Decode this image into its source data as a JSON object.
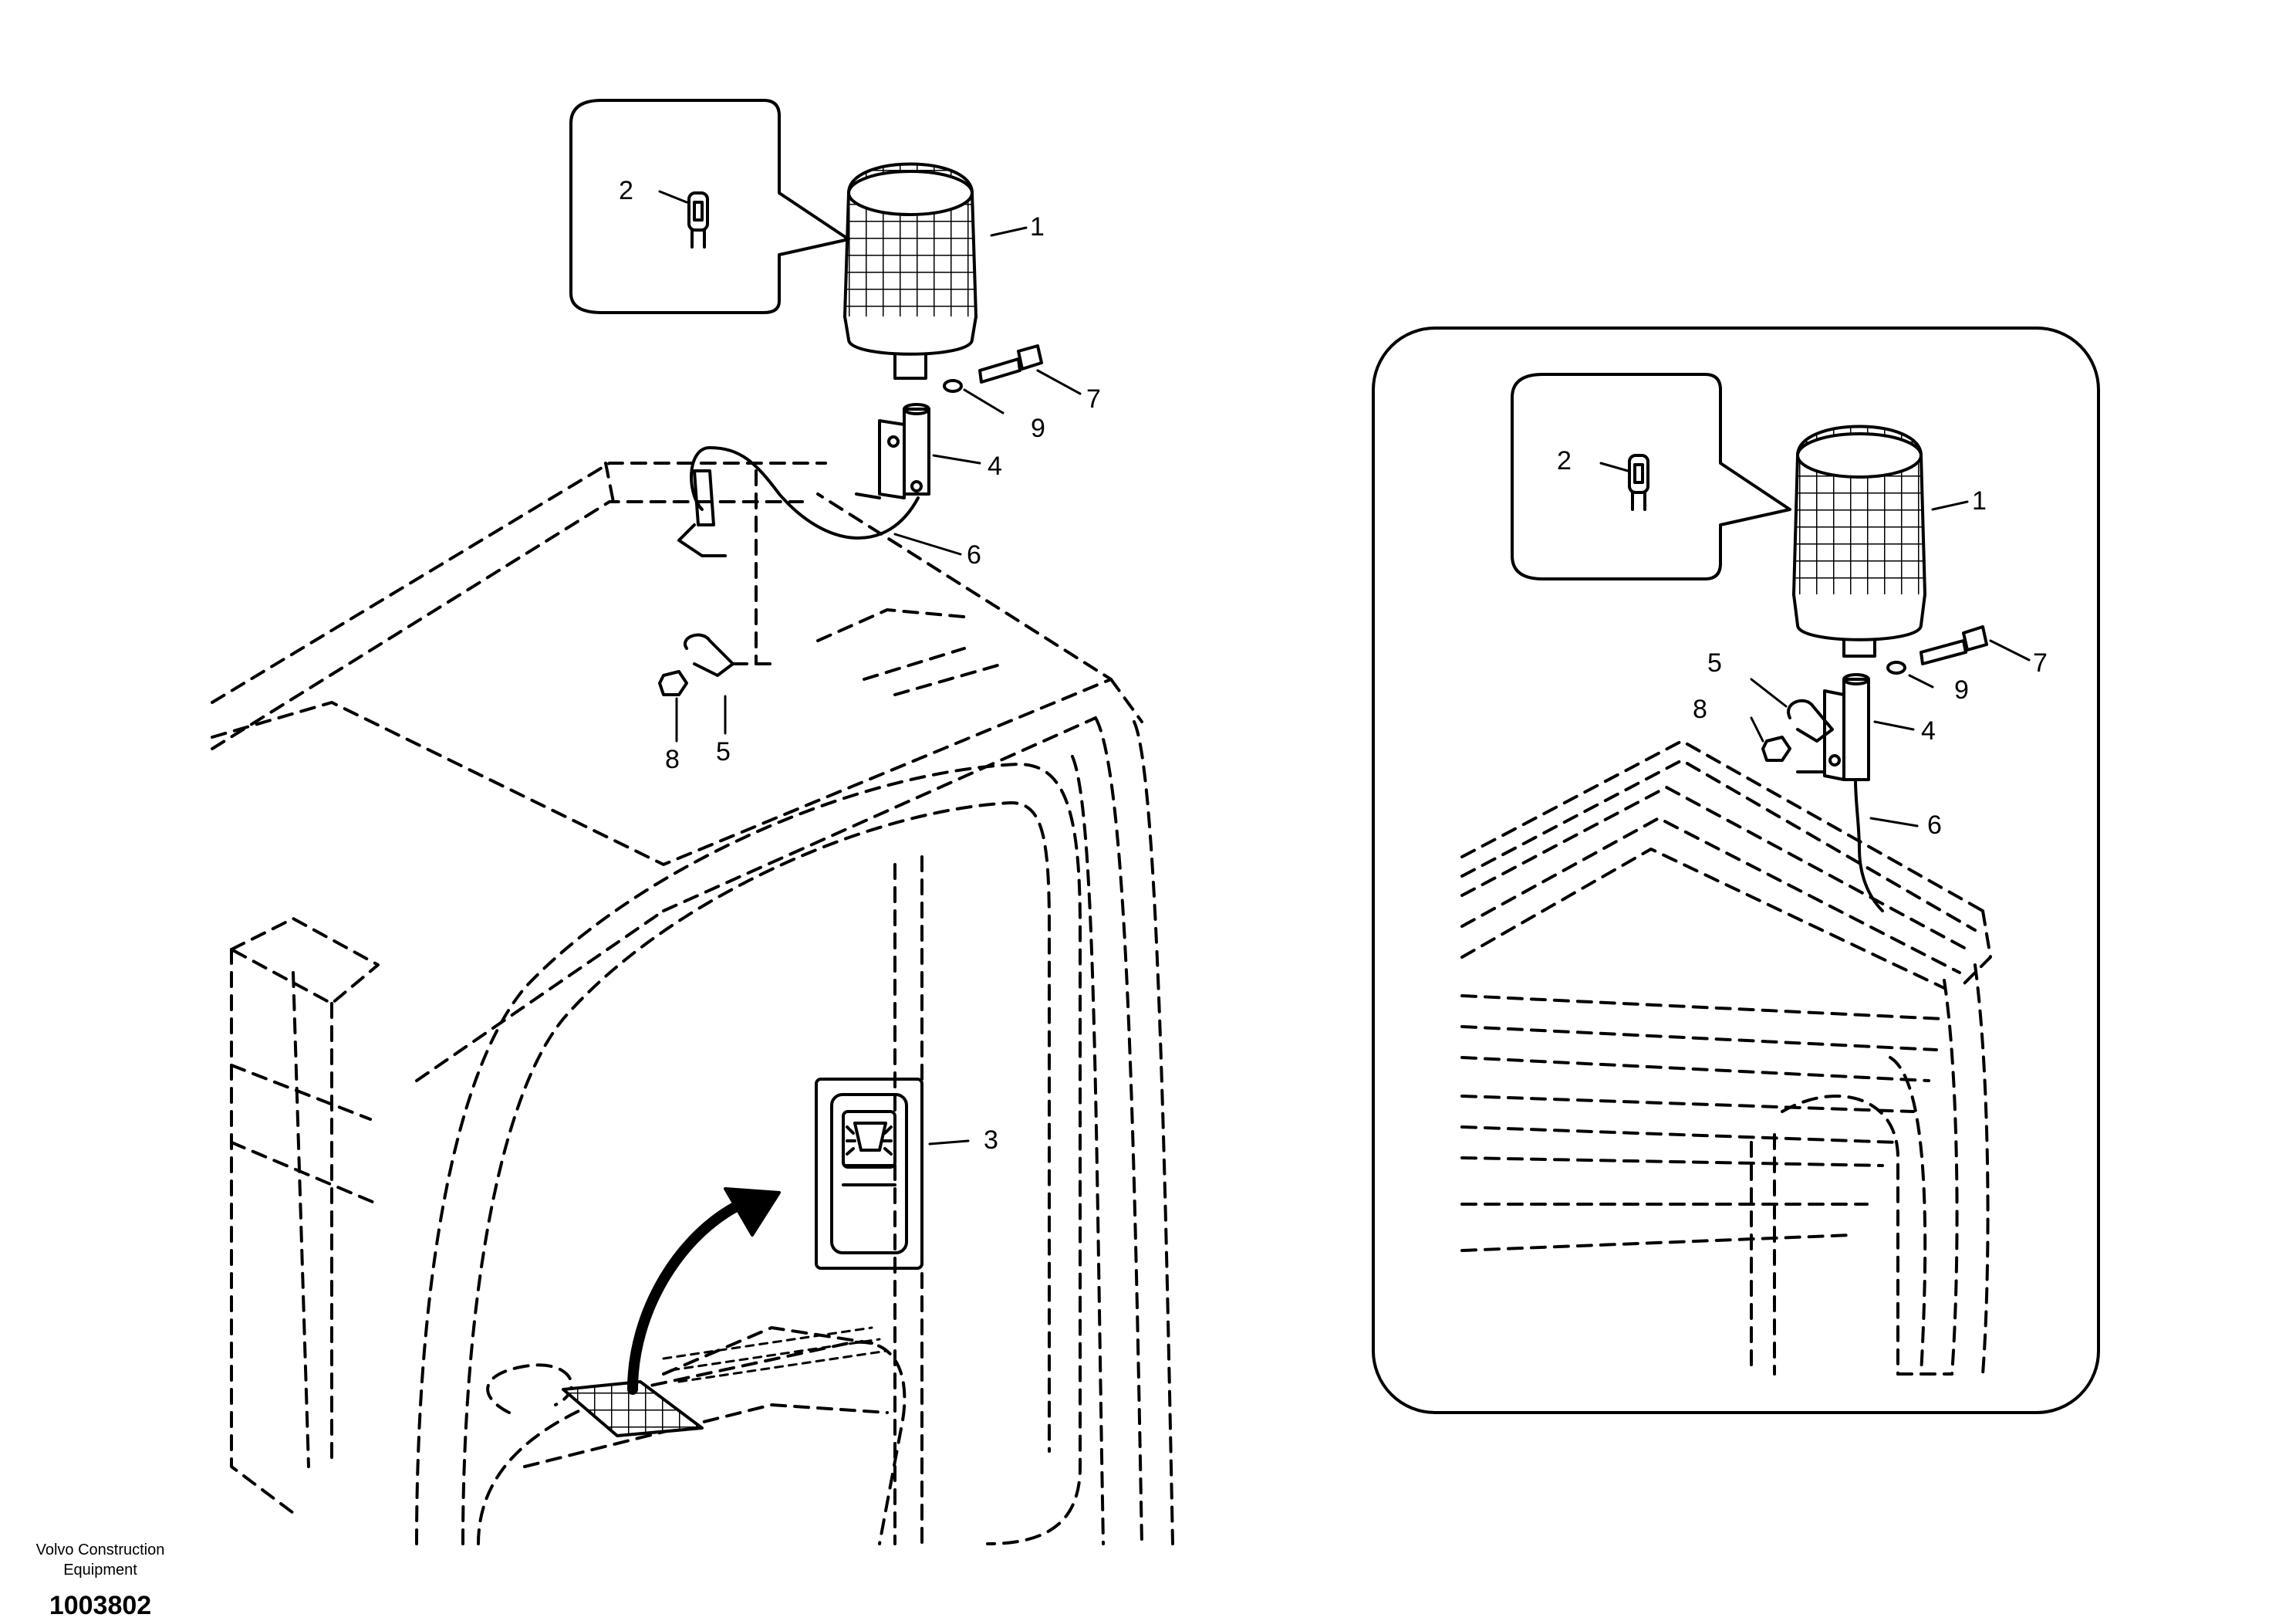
{
  "callouts": {
    "main": {
      "c1": "1",
      "c2": "2",
      "c3": "3",
      "c4": "4",
      "c5": "5",
      "c6": "6",
      "c7": "7",
      "c8": "8",
      "c9": "9"
    },
    "inset": {
      "c1": "1",
      "c2": "2",
      "c4": "4",
      "c5": "5",
      "c6": "6",
      "c7": "7",
      "c8": "8",
      "c9": "9"
    }
  },
  "footer": {
    "company_line1": "Volvo Construction",
    "company_line2": "Equipment",
    "drawing_number": "1003802"
  },
  "colors": {
    "ink": "#000000",
    "background": "#ffffff"
  },
  "icons": {
    "beacon": "rotating-beacon-icon",
    "bulb": "halogen-bulb-icon",
    "switch": "beacon-switch-icon"
  }
}
